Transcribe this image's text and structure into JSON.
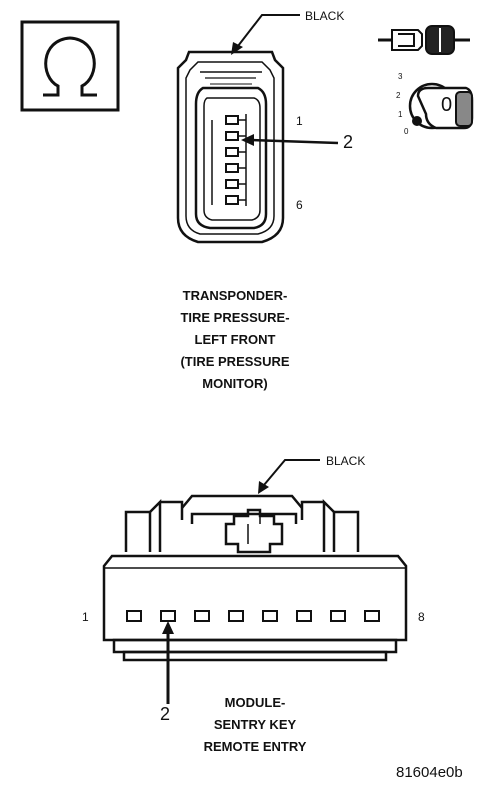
{
  "top_connector": {
    "color_label": "BLACK",
    "callout": "2",
    "pin_first": "1",
    "pin_last": "6",
    "caption_lines": [
      "TRANSPONDER-",
      "TIRE PRESSURE-",
      "LEFT FRONT",
      "(TIRE PRESSURE",
      "MONITOR)"
    ]
  },
  "ignition_switch": {
    "positions": [
      "3",
      "2",
      "1",
      "0"
    ],
    "key_label": "0"
  },
  "bottom_connector": {
    "color_label": "BLACK",
    "callout": "2",
    "pin_first": "1",
    "pin_last": "8",
    "caption_lines": [
      "MODULE-",
      "SENTRY KEY",
      "REMOTE ENTRY"
    ]
  },
  "figure_id": "81604e0b",
  "icons": {
    "ohm_box": "ohm-symbol-icon",
    "fuse": "fuse-icon",
    "ignition": "ignition-key-icon"
  }
}
